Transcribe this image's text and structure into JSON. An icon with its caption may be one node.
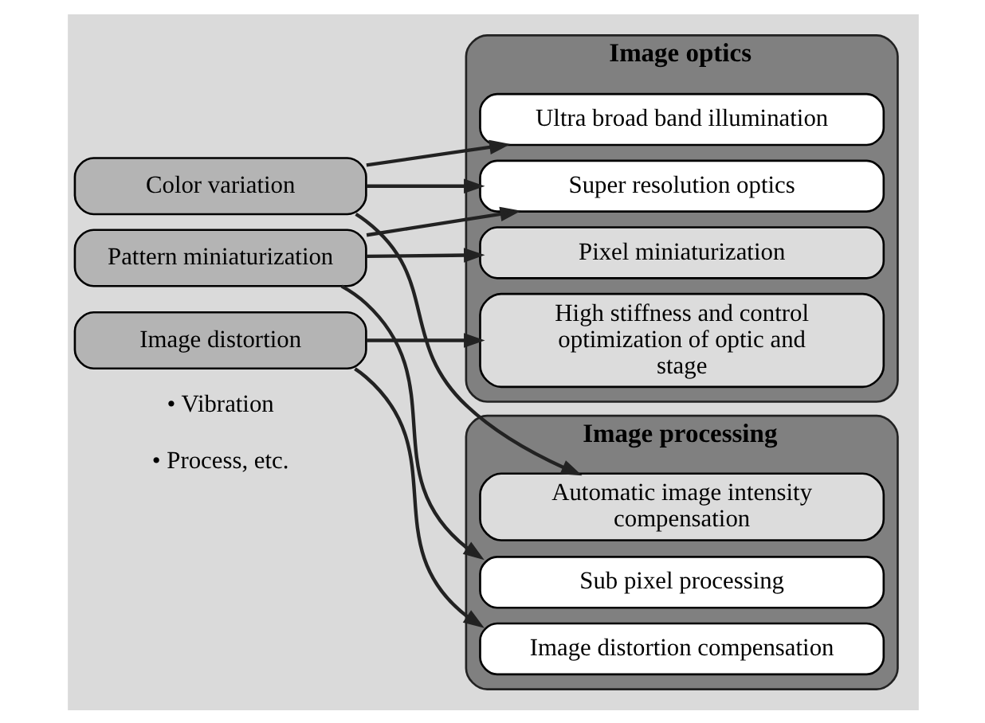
{
  "diagram": {
    "nodes": [
      {
        "text": [
          "Color variation"
        ]
      },
      {
        "text": [
          "Pattern miniaturization"
        ]
      },
      {
        "text": [
          "Image distortion"
        ],
        "beside": [
          "• Vibration",
          "• Process, etc."
        ]
      },
      {
        "text": [
          "Image optics"
        ]
      },
      {
        "text": [
          "Ultra broad band illumination"
        ],
        "in": 3
      },
      {
        "text": [
          "Super resolution optics"
        ],
        "in": 3
      },
      {
        "text": [
          "Pixel miniaturization"
        ],
        "in": 3
      },
      {
        "text": [
          "High stiffness and control optimization of optic and stage"
        ],
        "in": 3
      },
      {
        "text": [
          "Image processing"
        ]
      },
      {
        "text": [
          "Automatic image intensity compensation"
        ],
        "in": 8
      },
      {
        "text": [
          "Sub pixel processing"
        ],
        "in": 8
      },
      {
        "text": [
          "Image distortion compensation"
        ],
        "in": 8
      }
    ],
    "edges": [
      {
        "from": 0,
        "to": 4,
        "arrow": "to"
      },
      {
        "from": 0,
        "to": 5,
        "arrow": "to"
      },
      {
        "from": 0,
        "to": 9,
        "arrow": "to"
      },
      {
        "from": 1,
        "to": 5,
        "arrow": "to"
      },
      {
        "from": 1,
        "to": 6,
        "arrow": "to"
      },
      {
        "from": 1,
        "to": 10,
        "arrow": "to"
      },
      {
        "from": 2,
        "to": 7,
        "arrow": "to"
      },
      {
        "from": 2,
        "to": 11,
        "arrow": "to"
      }
    ]
  }
}
